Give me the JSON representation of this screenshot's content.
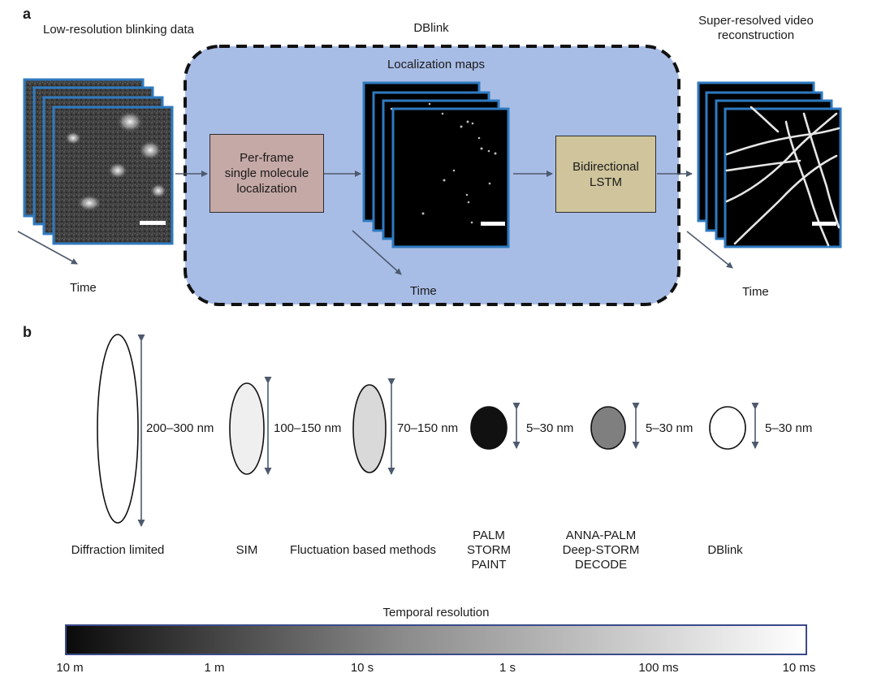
{
  "panel_a": {
    "label": "a",
    "input_title": "Low-resolution blinking data",
    "dblink_title": "DBlink",
    "localization_title": "Localization maps",
    "output_title": "Super-resolved video reconstruction",
    "step1": "Per-frame\nsingle molecule\nlocalization",
    "step2": "Bidirectional\nLSTM",
    "time_labels": [
      "Time",
      "Time",
      "Time"
    ],
    "colors": {
      "dblink_bg": "#a8bde6",
      "frame_border": "#2f7ac0",
      "step1_fill": "#c5a9a6",
      "step2_fill": "#cfc49b"
    }
  },
  "panel_b": {
    "label": "b",
    "methods": [
      {
        "name": "Diffraction limited",
        "range": "200–300 nm",
        "fill": "#ffffff"
      },
      {
        "name": "SIM",
        "range": "100–150 nm",
        "fill": "#efefef"
      },
      {
        "name": "Fluctuation based methods",
        "range": "70–150 nm",
        "fill": "#d9d9d9"
      },
      {
        "name": "PALM\nSTORM\nPAINT",
        "range": "5–30 nm",
        "fill": "#111111"
      },
      {
        "name": "ANNA-PALM\nDeep-STORM\nDECODE",
        "range": "5–30 nm",
        "fill": "#7f7f7f"
      },
      {
        "name": "DBlink",
        "range": "5–30 nm",
        "fill": "#ffffff"
      }
    ],
    "temporal_title": "Temporal resolution",
    "temporal_ticks": [
      "10 m",
      "1 m",
      "10 s",
      "1 s",
      "100 ms",
      "10 ms"
    ],
    "colorbar_border": "#3a4a8a"
  }
}
